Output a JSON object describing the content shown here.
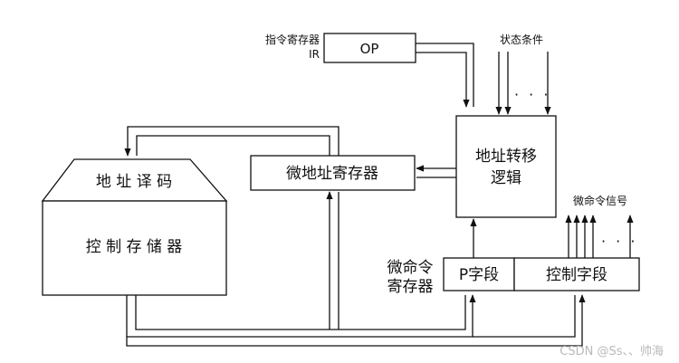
{
  "labels": {
    "ir_label_line1": "指令寄存器",
    "ir_label_line2": "IR",
    "op_box": "OP",
    "status_conditions": "状态条件",
    "address_transfer_line1": "地址转移",
    "address_transfer_line2": "逻辑",
    "micro_address_register": "微地址寄存器",
    "address_decoder": "地 址 译 码",
    "control_memory": "控 制 存 储 器",
    "micro_command_signals": "微命令信号",
    "micro_instruction_register_line1": "微命令",
    "micro_instruction_register_line2": "寄存器",
    "p_field": "P字段",
    "control_field": "控制字段",
    "ellipsis": "· · ·",
    "watermark": "CSDN @Ss、、帅海"
  }
}
